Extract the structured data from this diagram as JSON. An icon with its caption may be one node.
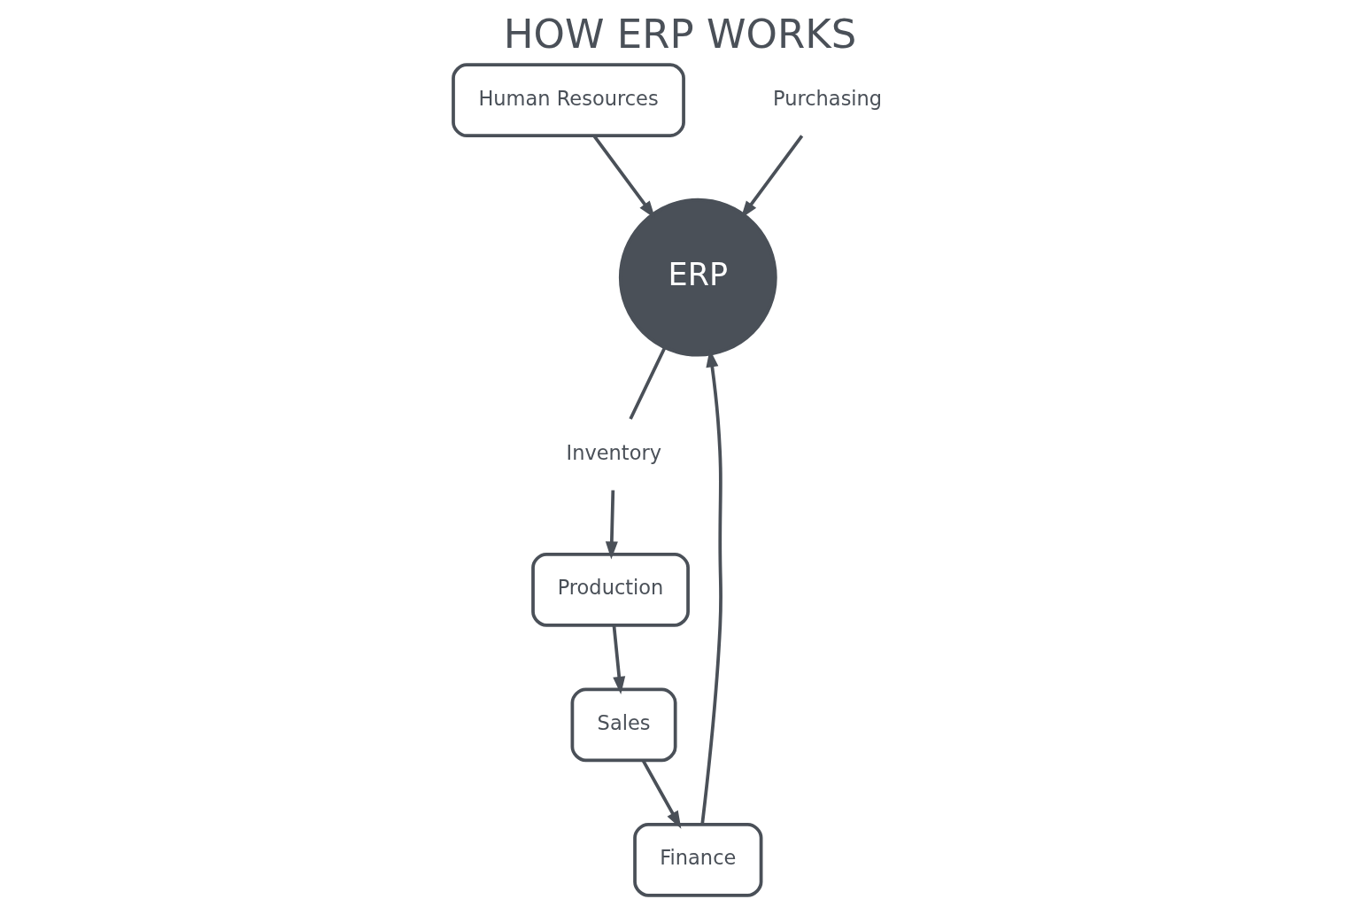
{
  "diagram": {
    "title": "HOW ERP WORKS",
    "nodes": [
      {
        "text": [
          "ERP"
        ]
      },
      {
        "text": [
          "Inventory"
        ]
      },
      {
        "text": [
          "Production"
        ]
      },
      {
        "text": [
          "Sales"
        ]
      },
      {
        "text": [
          "Finance"
        ]
      },
      {
        "text": [
          "Human Resources"
        ]
      },
      {
        "text": [
          "Purchasing"
        ]
      }
    ],
    "edges": [
      {
        "from": 4,
        "to": 0,
        "arrow": "to"
      },
      {
        "from": 5,
        "to": 0,
        "arrow": "to"
      },
      {
        "from": 6,
        "to": 0,
        "arrow": "to"
      },
      {
        "from": 0,
        "to": 1,
        "arrow": "none"
      },
      {
        "from": 1,
        "to": 2,
        "arrow": "to"
      },
      {
        "from": 2,
        "to": 3,
        "arrow": "to"
      },
      {
        "from": 3,
        "to": 4,
        "arrow": "to"
      }
    ]
  }
}
